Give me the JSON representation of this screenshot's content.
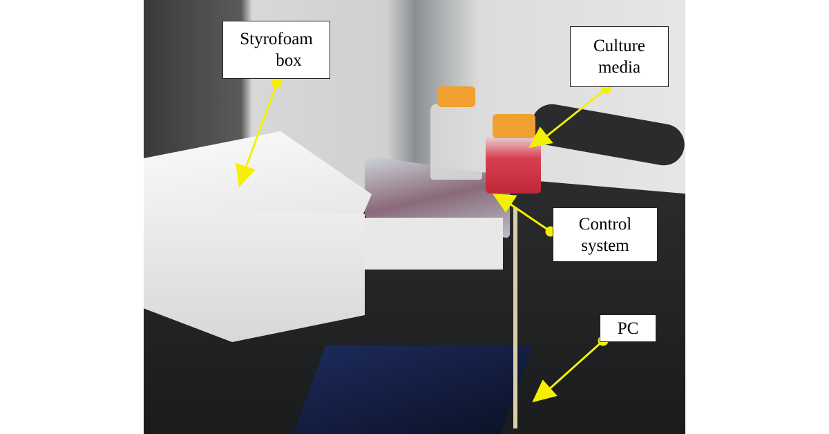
{
  "labels": {
    "styrofoam": {
      "line1": "Styrofoam",
      "line2": "box"
    },
    "culture": {
      "line1": "Culture",
      "line2": "media"
    },
    "control": {
      "line1": "Control",
      "line2": "system"
    },
    "pc": {
      "line1": "PC"
    }
  },
  "colors": {
    "arrow": "#f5f000",
    "label_border": "#222222"
  }
}
